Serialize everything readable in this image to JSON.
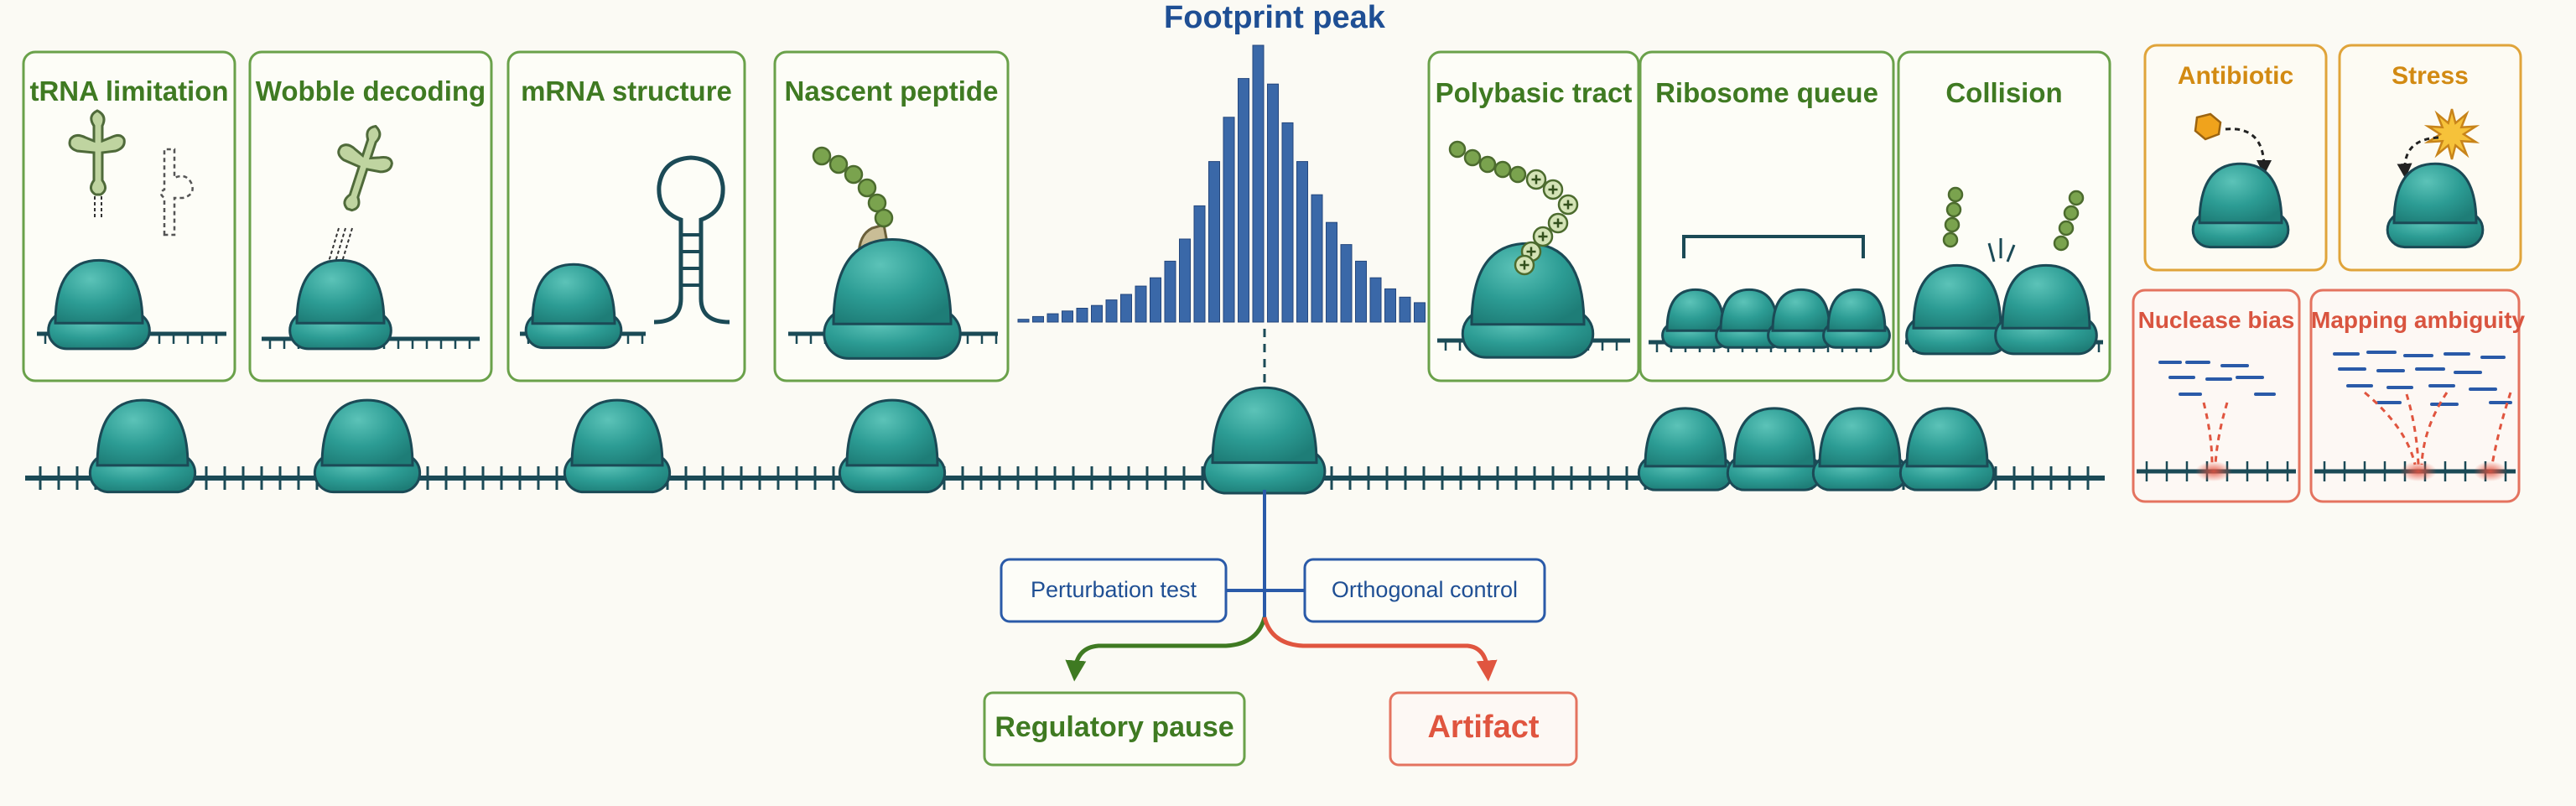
{
  "title": "Footprint peak",
  "mechanisms": [
    {
      "id": "trna",
      "label": "tRNA limitation"
    },
    {
      "id": "wobble",
      "label": "Wobble decoding"
    },
    {
      "id": "mrna",
      "label": "mRNA structure"
    },
    {
      "id": "nascent",
      "label": "Nascent peptide"
    },
    {
      "id": "polybasic",
      "label": "Polybasic tract"
    },
    {
      "id": "queue",
      "label": "Ribosome queue"
    },
    {
      "id": "collision",
      "label": "Collision"
    }
  ],
  "conditions": [
    {
      "id": "antibiotic",
      "label": "Antibiotic"
    },
    {
      "id": "stress",
      "label": "Stress"
    }
  ],
  "artifact_sources": [
    {
      "id": "nuclease",
      "label": "Nuclease bias"
    },
    {
      "id": "mapping",
      "label": "Mapping ambiguity"
    }
  ],
  "tests": {
    "perturbation": "Perturbation test",
    "orthogonal": "Orthogonal control"
  },
  "outcomes": {
    "regulatory": "Regulatory pause",
    "artifact": "Artifact"
  },
  "colors": {
    "ribosome": "#2c9c94",
    "ribosome_dark": "#1b4a56",
    "mechanism_border": "#6aa14a",
    "condition_border": "#e0a43a",
    "artifact_border": "#e4735f",
    "histogram": "#3a68a8",
    "decision": "#2a5aa8",
    "trna": "#bfd4a0",
    "peptide_bead": "#7aa34e"
  },
  "chart_data": {
    "type": "bar",
    "title": "Footprint peak",
    "values": [
      1,
      2,
      3,
      4,
      5,
      6,
      8,
      10,
      13,
      16,
      22,
      30,
      42,
      58,
      74,
      88,
      100,
      86,
      72,
      58,
      46,
      36,
      28,
      22,
      16,
      12,
      9,
      7
    ]
  }
}
